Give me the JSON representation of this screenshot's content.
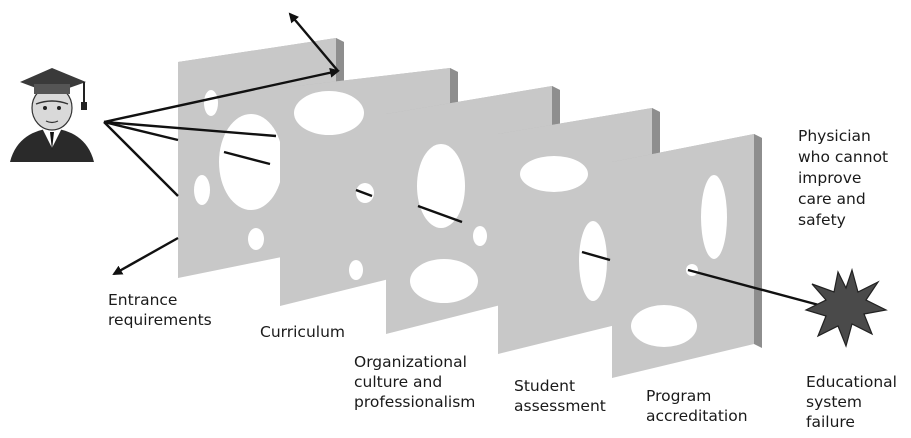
{
  "layers": [
    {
      "id": "entrance",
      "label_lines": [
        "Entrance",
        "requirements"
      ]
    },
    {
      "id": "curriculum",
      "label_lines": [
        "Curriculum"
      ]
    },
    {
      "id": "culture",
      "label_lines": [
        "Organizational",
        "culture and",
        "professionalism"
      ]
    },
    {
      "id": "assessment",
      "label_lines": [
        "Student",
        "assessment"
      ]
    },
    {
      "id": "accreditation",
      "label_lines": [
        "Program",
        "accreditation"
      ]
    }
  ],
  "outcome": {
    "label_lines": [
      "Physician",
      "who cannot",
      "improve",
      "care and",
      "safety"
    ]
  },
  "failure": {
    "label_lines": [
      "Educational",
      "system",
      "failure"
    ]
  },
  "icons": {
    "student": "graduate-student-icon",
    "failure": "starburst-failure-icon"
  },
  "colors": {
    "slice_face": "#c8c8c8",
    "slice_edge": "#8e8e8e",
    "slice_top": "#b4b4b4",
    "hole": "#ffffff",
    "line": "#111111",
    "burst": "#4a4a4a"
  }
}
